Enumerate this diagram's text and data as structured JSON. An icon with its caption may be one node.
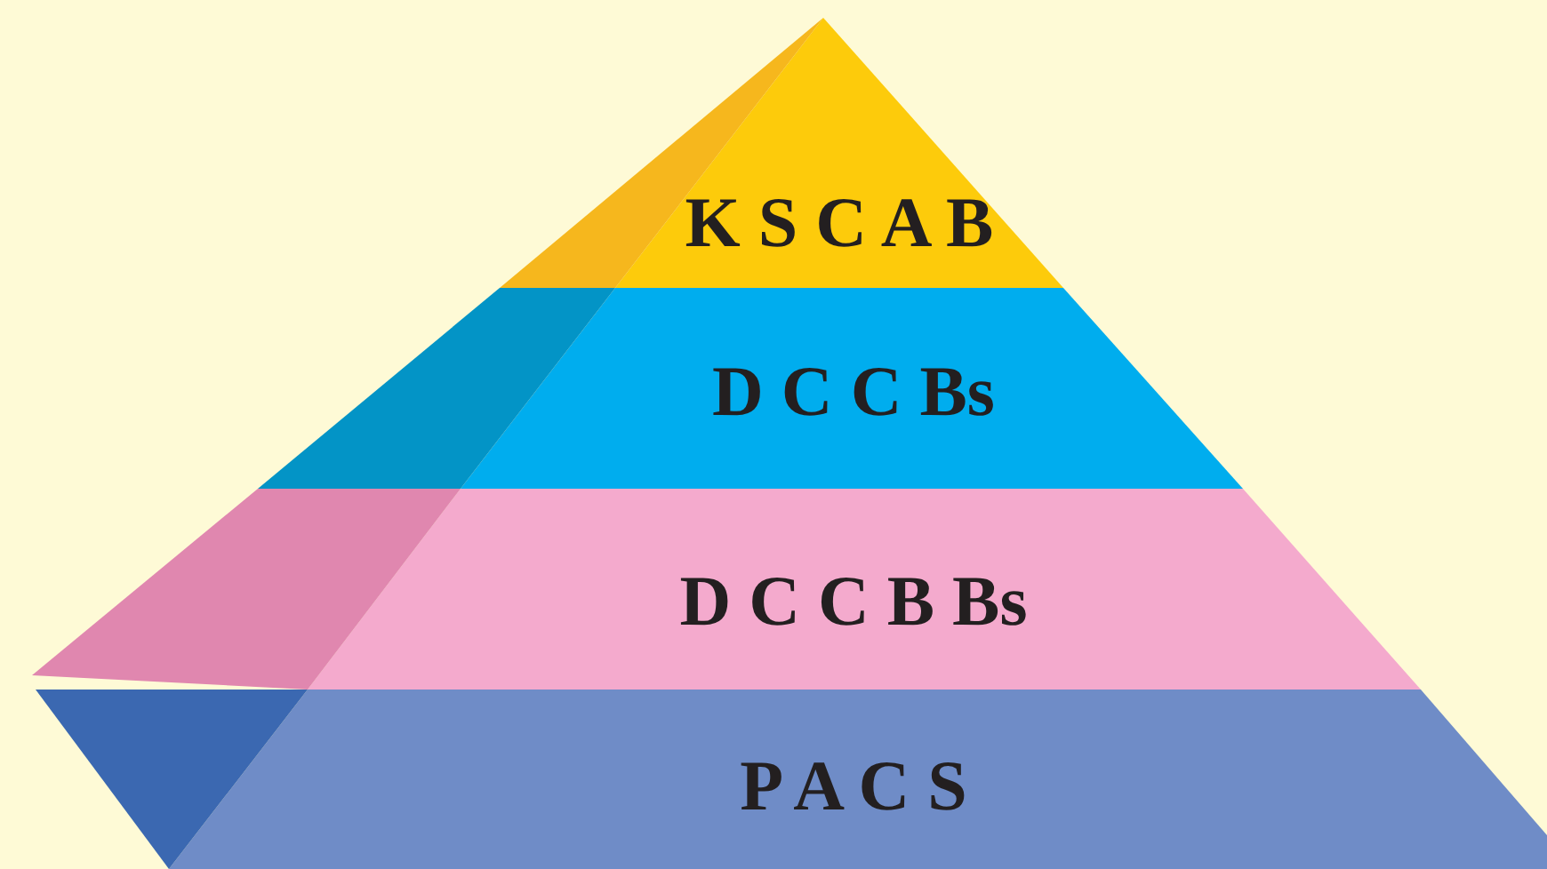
{
  "diagram": {
    "nodes": [
      {
        "text": [
          "K S C A B"
        ]
      },
      {
        "text": [
          "D C C Bs"
        ]
      },
      {
        "text": [
          "D C C B Bs"
        ]
      },
      {
        "text": [
          "P A C S"
        ]
      }
    ]
  }
}
